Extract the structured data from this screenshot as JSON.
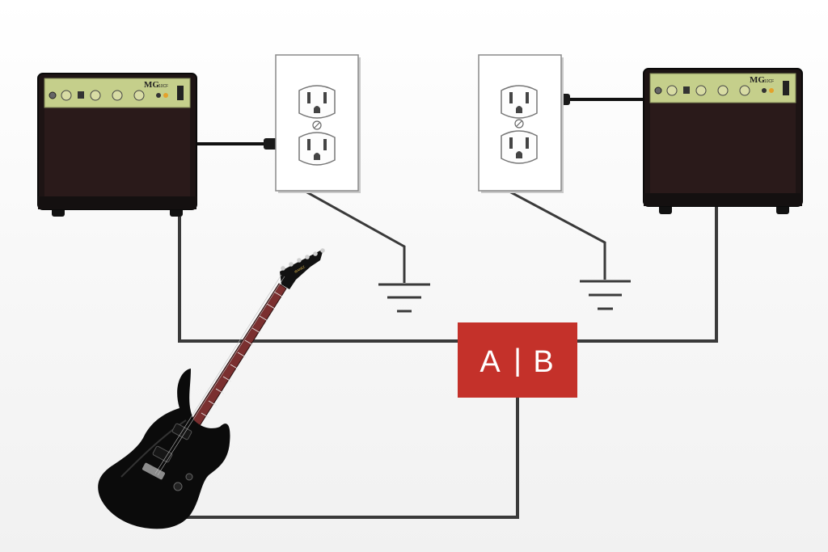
{
  "switch_box": {
    "label_a": "A",
    "divider": "|",
    "label_b": "B",
    "color": "#c4312a"
  },
  "amp_left": {
    "brand_label": "MG",
    "model_label": "10CF",
    "panel_color": "#c5cf8b",
    "cabinet_color": "#1d1414"
  },
  "amp_right": {
    "brand_label": "MG",
    "model_label": "10CF",
    "panel_color": "#c5cf8b",
    "cabinet_color": "#1d1414"
  },
  "outlet_left": {
    "plugged_socket": "lower"
  },
  "outlet_right": {
    "plugged_socket": "upper"
  },
  "guitar": {
    "headstock_logo": "IBANEZ",
    "body_color": "#0b0b0b",
    "fretboard_color": "#7a2f2f"
  },
  "colors": {
    "wire": "#3a3a3a",
    "background": "#f6f6f6"
  }
}
